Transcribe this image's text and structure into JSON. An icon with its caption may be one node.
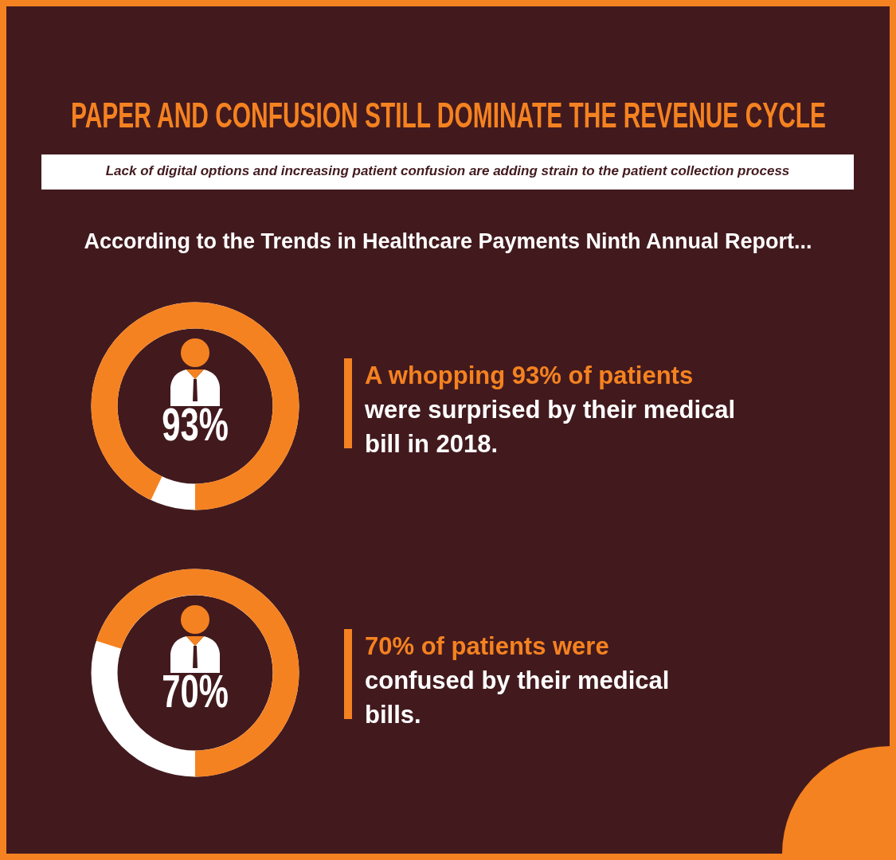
{
  "diagram": {
    "title": "PAPER AND CONFUSION STILL DOMINATE THE REVENUE CYCLE",
    "nodes": [
      {
        "text": [
          "93%"
        ]
      },
      {
        "text": [
          "70%"
        ]
      }
    ],
    "labels": [
      "Lack of digital options and increasing patient confusion are adding strain to the patient collection process",
      "According to the Trends in Healthcare Payments Ninth Annual Report...",
      "A whopping 93% of patients",
      "were surprised by their medical bill in 2018.",
      "70% of patients were",
      "confused by their medical bills."
    ]
  }
}
